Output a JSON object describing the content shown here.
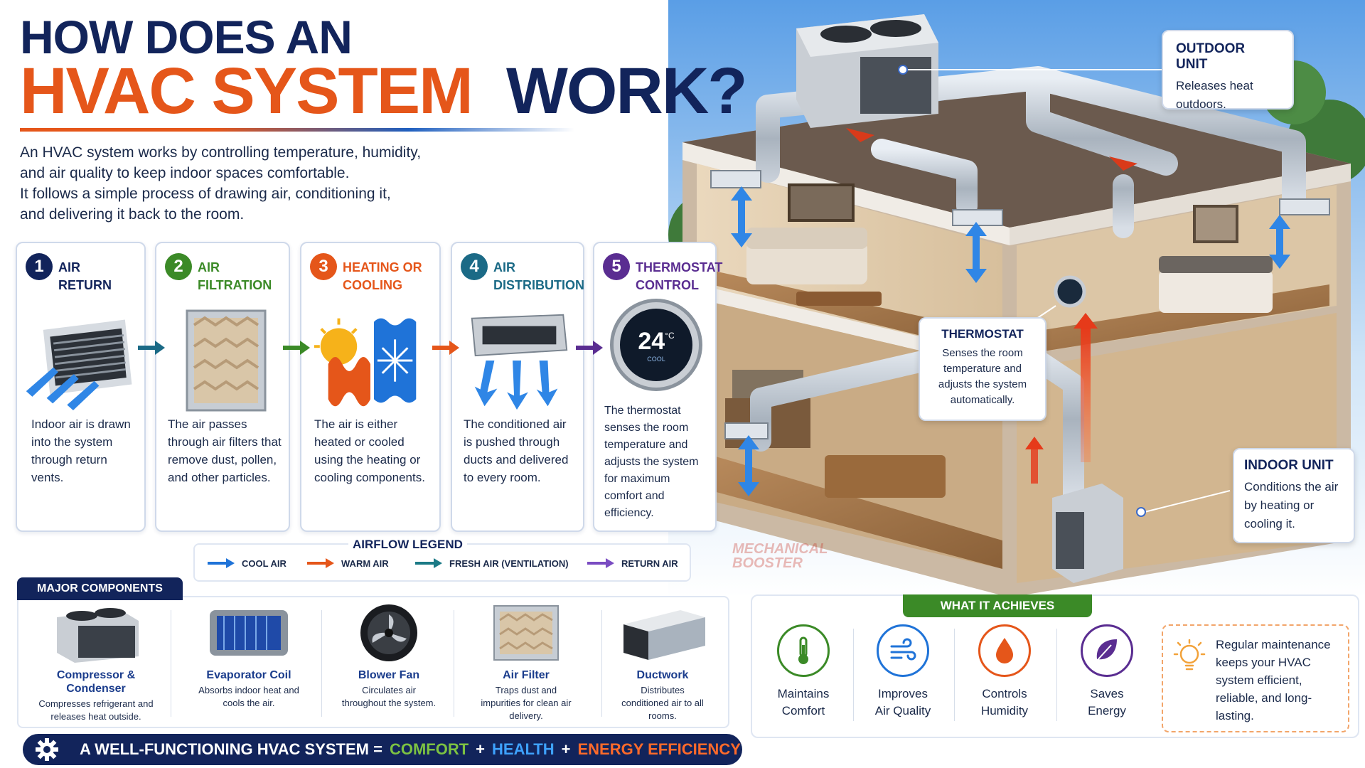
{
  "title": {
    "line1": "HOW DOES AN",
    "highlight": "HVAC SYSTEM",
    "line2_end": "WORK?"
  },
  "intro": {
    "line1": "An HVAC system works by controlling temperature, humidity,",
    "line2": "and air quality to keep indoor spaces comfortable.",
    "line3": "It follows a simple process of drawing air, conditioning it,",
    "line4": "and delivering it back to the room."
  },
  "steps": [
    {
      "num": "1",
      "title_line1": "AIR",
      "title_line2": "RETURN",
      "color": "#12245b",
      "desc": "Indoor air is drawn into the system through return vents."
    },
    {
      "num": "2",
      "title_line1": "AIR",
      "title_line2": "FILTRATION",
      "color": "#3b8a27",
      "desc": "The air passes through air filters that remove dust, pollen, and other particles."
    },
    {
      "num": "3",
      "title_line1": "HEATING OR",
      "title_line2": "COOLING",
      "color": "#e5561a",
      "desc": "The air is either heated or cooled using the heating or cooling components."
    },
    {
      "num": "4",
      "title_line1": "AIR",
      "title_line2": "DISTRIBUTION",
      "color": "#1b6a86",
      "desc": "The conditioned air is pushed through ducts and delivered to every room."
    },
    {
      "num": "5",
      "title_line1": "THERMOSTAT",
      "title_line2": "CONTROL",
      "color": "#5a2d91",
      "desc": "The thermostat senses the room temperature and adjusts the system for maximum comfort and efficiency."
    }
  ],
  "thermostat_display": {
    "temp": "24",
    "unit": "°C",
    "mode": "COOL"
  },
  "legend": {
    "title": "AIRFLOW LEGEND",
    "items": [
      {
        "label": "COOL AIR",
        "color": "#1f73d8"
      },
      {
        "label": "WARM AIR",
        "color": "#e5561a"
      },
      {
        "label": "FRESH AIR (VENTILATION)",
        "color": "#1b7a86"
      },
      {
        "label": "RETURN AIR",
        "color": "#7a4cc2"
      }
    ]
  },
  "components": {
    "tab": "MAJOR COMPONENTS",
    "items": [
      {
        "name_line1": "Compressor &",
        "name_line2": "Condenser",
        "desc": "Compresses refrigerant and releases heat outside."
      },
      {
        "name_line1": "Evaporator Coil",
        "name_line2": "",
        "desc": "Absorbs indoor heat and cools the air."
      },
      {
        "name_line1": "Blower Fan",
        "name_line2": "",
        "desc": "Circulates air throughout the system."
      },
      {
        "name_line1": "Air Filter",
        "name_line2": "",
        "desc": "Traps dust and impurities for clean air delivery."
      },
      {
        "name_line1": "Ductwork",
        "name_line2": "",
        "desc": "Distributes conditioned air to all rooms."
      }
    ]
  },
  "bottom_bar": {
    "prefix": "A WELL-FUNCTIONING HVAC SYSTEM =",
    "comfort": "COMFORT",
    "plus1": "+",
    "health": "HEALTH",
    "plus2": "+",
    "energy": "ENERGY EFFICIENCY",
    "colors": {
      "comfort": "#7cc242",
      "health": "#3ea2ff",
      "energy": "#ff6a2a"
    }
  },
  "achieves": {
    "tab": "WHAT IT ACHIEVES",
    "items": [
      {
        "line1": "Maintains",
        "line2": "Comfort",
        "icon": "thermometer-icon",
        "color": "#3b8a27"
      },
      {
        "line1": "Improves",
        "line2": "Air Quality",
        "icon": "wind-icon",
        "color": "#1f73d8"
      },
      {
        "line1": "Controls",
        "line2": "Humidity",
        "icon": "water-drop-icon",
        "color": "#e5561a"
      },
      {
        "line1": "Saves",
        "line2": "Energy",
        "icon": "leaf-icon",
        "color": "#5a2d91"
      }
    ],
    "tip": "Regular maintenance keeps your HVAC system efficient, reliable, and long-lasting."
  },
  "callouts": {
    "outdoor": {
      "title": "OUTDOOR UNIT",
      "text_line1": "Releases heat",
      "text_line2": "outdoors."
    },
    "thermostat": {
      "title": "THERMOSTAT",
      "text": "Senses the room temperature and adjusts the system automatically."
    },
    "indoor": {
      "title": "INDOOR UNIT",
      "text": "Conditions the air by heating or cooling it."
    }
  },
  "watermark": {
    "line1": "MECHANICAL",
    "line2": "BOOSTER"
  }
}
